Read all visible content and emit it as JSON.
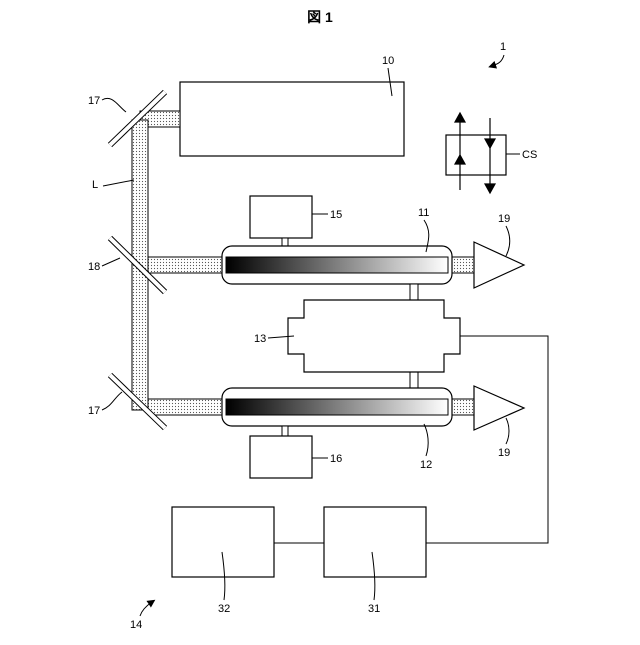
{
  "title": "図 1",
  "labels": {
    "system": "1",
    "laser": "10",
    "tube_upper": "11",
    "tube_lower": "12",
    "center_block": "13",
    "controller": "14",
    "box_upper": "15",
    "box_lower": "16",
    "mirror_top": "17",
    "mirror_bottom": "17",
    "splitter": "18",
    "horn_upper": "19",
    "horn_lower": "19",
    "beam": "L",
    "cs": "CS",
    "unit_31": "31",
    "unit_32": "32"
  }
}
